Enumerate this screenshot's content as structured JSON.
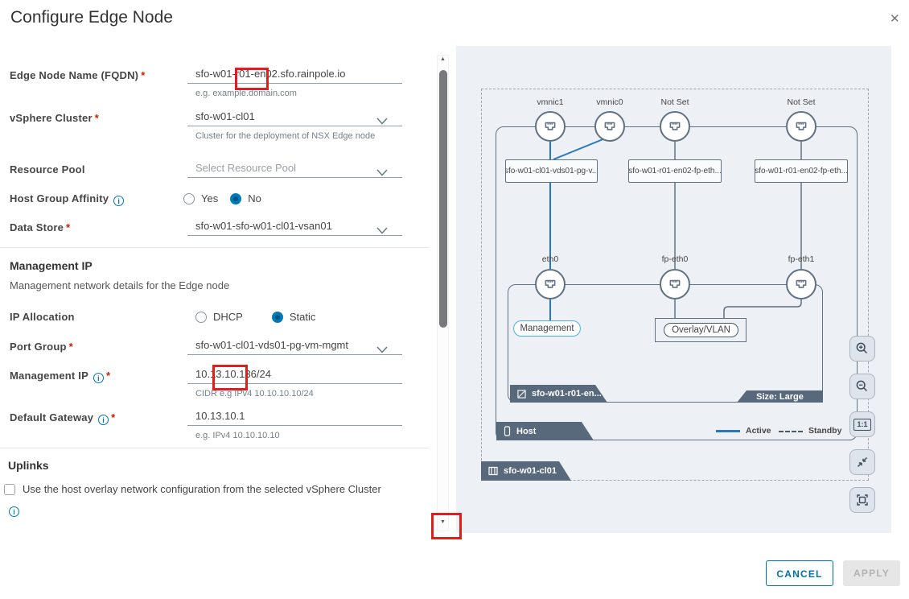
{
  "dialog": {
    "title": "Configure Edge Node"
  },
  "icons": {
    "close": "✕",
    "scroll_up": "▲",
    "scroll_down": "▼",
    "required": "*",
    "info": "i",
    "one_to_one": "1:1"
  },
  "form": {
    "edge_node_name": {
      "label": "Edge Node Name (FQDN)",
      "value": "sfo-w01-r01-en02.sfo.rainpole.io",
      "helper": "e.g. example.domain.com"
    },
    "vsphere_cluster": {
      "label": "vSphere Cluster",
      "value": "sfo-w01-cl01",
      "helper": "Cluster for the deployment of NSX Edge node"
    },
    "resource_pool": {
      "label": "Resource Pool",
      "placeholder": "Select Resource Pool"
    },
    "host_group_affinity": {
      "label": "Host Group Affinity",
      "option_yes": "Yes",
      "option_no": "No",
      "selected": "No"
    },
    "data_store": {
      "label": "Data Store",
      "value": "sfo-w01-sfo-w01-cl01-vsan01"
    },
    "management_ip_section": {
      "heading": "Management IP",
      "description": "Management network details for the Edge node"
    },
    "ip_allocation": {
      "label": "IP Allocation",
      "option_dhcp": "DHCP",
      "option_static": "Static",
      "selected": "Static"
    },
    "port_group": {
      "label": "Port Group",
      "value": "sfo-w01-cl01-vds01-pg-vm-mgmt"
    },
    "management_ip": {
      "label": "Management IP",
      "value": "10.13.10.136/24",
      "helper": "CIDR e.g IPv4 10.10.10.10/24"
    },
    "default_gateway": {
      "label": "Default Gateway",
      "value": "10.13.10.1",
      "helper": "e.g. IPv4 10.10.10.10"
    },
    "uplinks_section": {
      "heading": "Uplinks",
      "checkbox_label": "Use the host overlay network configuration from the selected vSphere Cluster",
      "checkbox_checked": false
    }
  },
  "diagram": {
    "nic_labels": [
      "vmnic1",
      "vmnic0",
      "Not Set",
      "Not Set"
    ],
    "port_group_boxes": [
      "sfo-w01-cl01-vds01-pg-v...",
      "sfo-w01-r01-en02-fp-eth...",
      "sfo-w01-r01-en02-fp-eth..."
    ],
    "edge_port_labels": [
      "eth0",
      "fp-eth0",
      "fp-eth1"
    ],
    "management_pill": "Management",
    "overlay_pill": "Overlay/VLAN",
    "edge_vm_tab": "sfo-w01-r01-en...",
    "size_badge": "Size: Large",
    "host_tab": "Host",
    "legend": {
      "active": "Active",
      "standby": "Standby"
    },
    "cluster_tab": "sfo-w01-cl01"
  },
  "footer": {
    "cancel": "CANCEL",
    "apply": "APPLY"
  },
  "colors": {
    "accent_blue": "#0079b8",
    "active_line": "#2777c2",
    "tab_bg": "#57697a",
    "panel_bg": "#edf0f5",
    "annotation_red": "#e01e1e"
  }
}
